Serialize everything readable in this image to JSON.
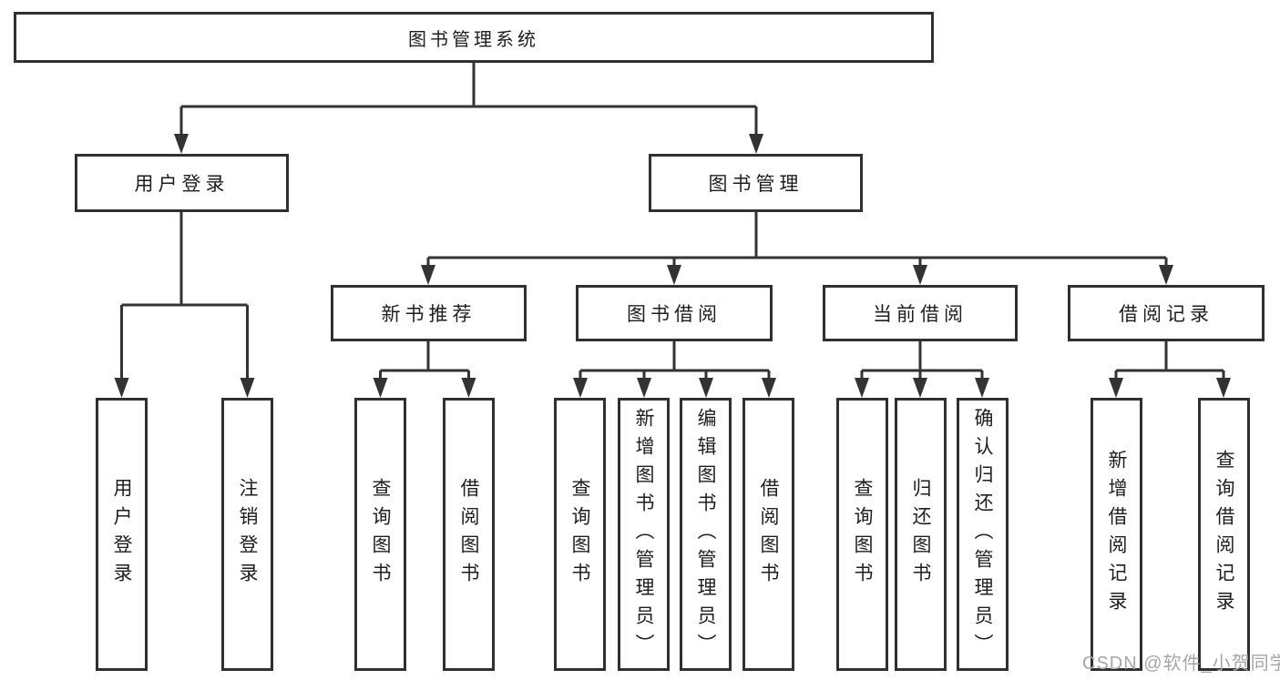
{
  "diagram": {
    "root": {
      "label": "图书管理系统"
    },
    "branches": [
      {
        "label": "用户登录",
        "children": [
          {
            "label": "用户登录"
          },
          {
            "label": "注销登录"
          }
        ]
      },
      {
        "label": "图书管理",
        "children": [
          {
            "label": "新书推荐",
            "children": [
              {
                "label": "查询图书"
              },
              {
                "label": "借阅图书"
              }
            ]
          },
          {
            "label": "图书借阅",
            "children": [
              {
                "label": "查询图书"
              },
              {
                "label": "新增图书（管理员）"
              },
              {
                "label": "编辑图书（管理员）"
              },
              {
                "label": "借阅图书"
              }
            ]
          },
          {
            "label": "当前借阅",
            "children": [
              {
                "label": "查询图书"
              },
              {
                "label": "归还图书"
              },
              {
                "label": "确认归还（管理员）"
              }
            ]
          },
          {
            "label": "借阅记录",
            "children": [
              {
                "label": "新增借阅记录"
              },
              {
                "label": "查询借阅记录"
              }
            ]
          }
        ]
      }
    ]
  },
  "watermark": {
    "text": "CSDN @软件_小贺同学"
  },
  "colors": {
    "line": "#333333",
    "box_border": "#303030",
    "box_fill": "#ffffff",
    "text": "#1e1e1e",
    "watermark": "#a6a6a6"
  }
}
